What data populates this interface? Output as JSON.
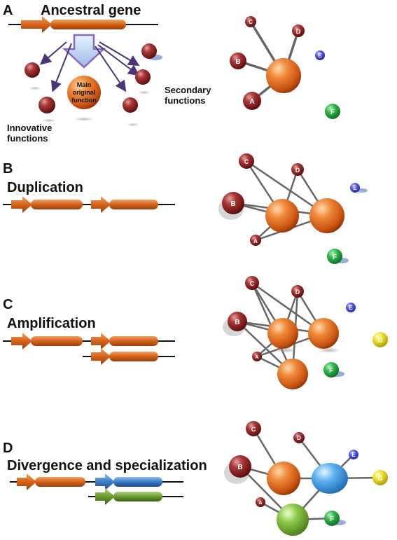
{
  "panels": [
    {
      "letter": "A",
      "title": "Ancestral gene"
    },
    {
      "letter": "B",
      "title": "Duplication"
    },
    {
      "letter": "C",
      "title": "Amplification"
    },
    {
      "letter": "D",
      "title": "Divergence and specialization"
    }
  ],
  "panel_a_labels": {
    "main_function": [
      "Main",
      "original",
      "function"
    ],
    "secondary": [
      "Secondary",
      "functions"
    ],
    "innovative": [
      "Innovative",
      "functions"
    ]
  },
  "node_letters": {
    "A": "A",
    "B": "B",
    "C": "C",
    "D": "D",
    "E": "E",
    "F": "F",
    "G": "G"
  },
  "colors": {
    "gene_orange": "#d4621a",
    "gene_blue": "#3a7cc4",
    "gene_green": "#6a9a2e",
    "node_darkred": "#8c2222",
    "node_orange": "#e0661a",
    "node_blue": "#4a4ae6",
    "node_green": "#22aa44",
    "node_yellow": "#e8d81a",
    "node_lightblue": "#4aa6e6",
    "node_lightgreen": "#78b838",
    "arrow_purple": "#5a3a8a"
  }
}
